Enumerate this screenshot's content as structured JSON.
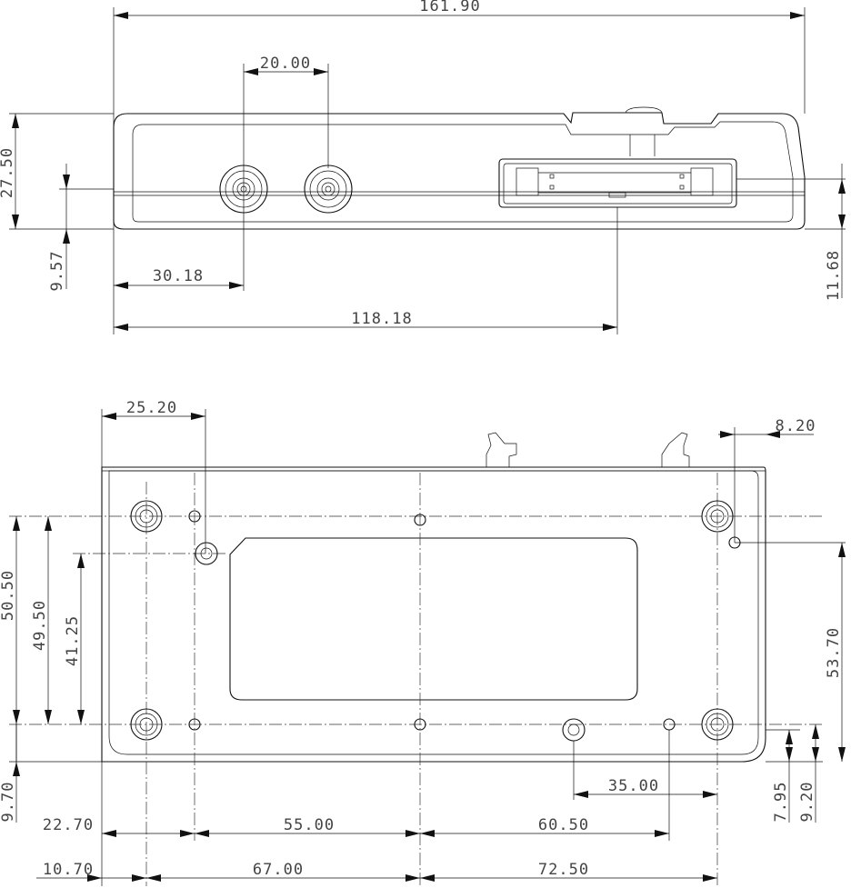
{
  "drawing": {
    "top_view_dimensions": {
      "overall_width": "161.90",
      "connector_spacing": "20.00",
      "height": "27.50",
      "connector_height": "9.57",
      "connector_offset": "30.18",
      "slot_offset": "118.18",
      "slot_height": "11.68"
    },
    "bottom_view_dimensions": {
      "left_hole_offset": "25.20",
      "right_hole_offset": "8.20",
      "hole_span_outer": "50.50",
      "hole_span_mid": "49.50",
      "hole_span_inner": "41.25",
      "right_hole_span": "53.70",
      "bottom_edge_left": "9.70",
      "bottom_edge_right_a": "7.95",
      "bottom_edge_right_b": "9.20",
      "hole_pitch_right": "35.00",
      "row1_a": "22.70",
      "row1_b": "55.00",
      "row1_c": "60.50",
      "row2_a": "10.70",
      "row2_b": "67.00",
      "row2_c": "72.50"
    }
  }
}
